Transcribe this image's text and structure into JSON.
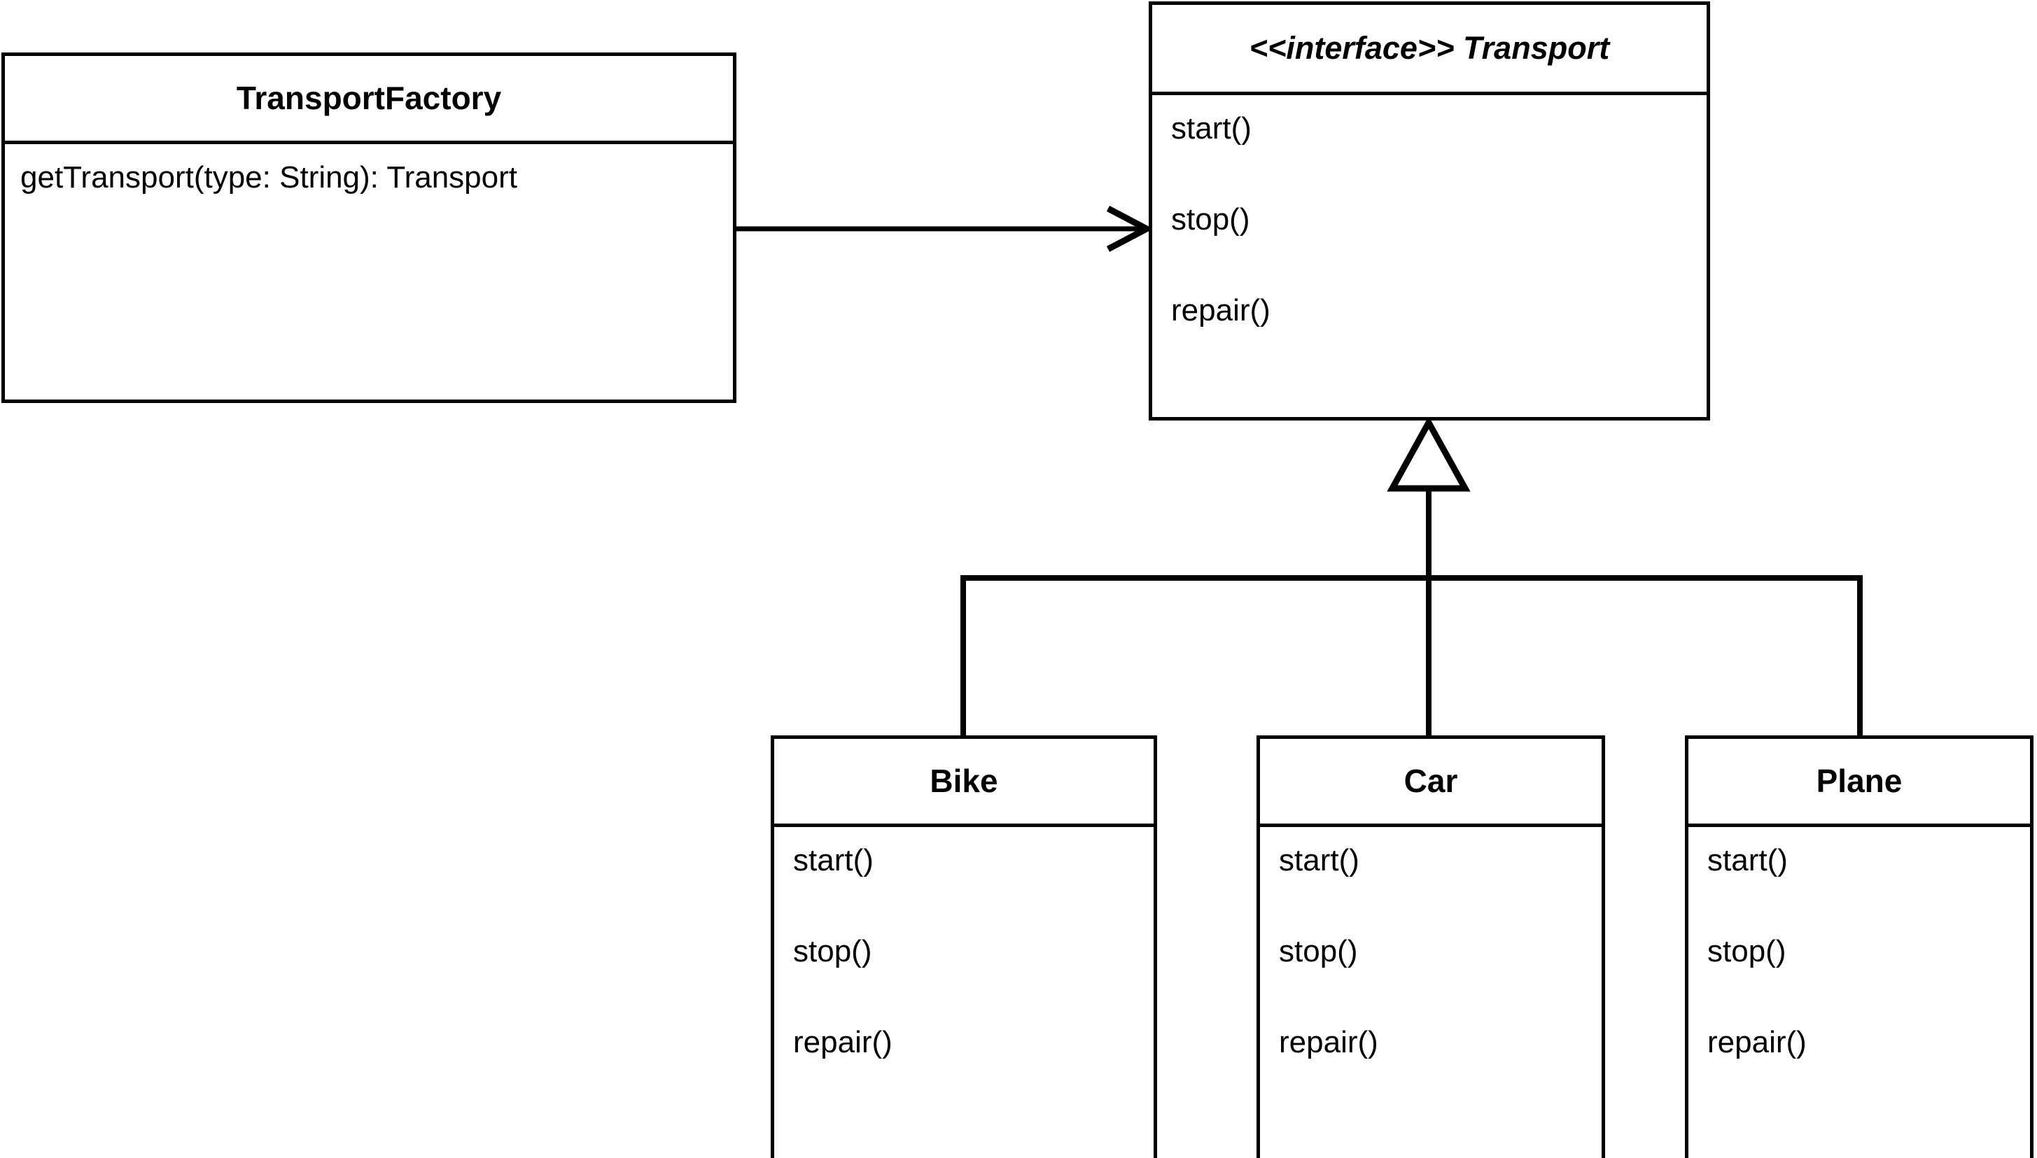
{
  "diagram": {
    "kind": "uml-class-diagram",
    "background": "#ffffff",
    "line_color": "#000000",
    "text_color": "#000000"
  },
  "classes": {
    "factory": {
      "name": "TransportFactory",
      "methods": [
        "getTransport(type: String): Transport"
      ]
    },
    "transport": {
      "name": "<<interface>> Transport",
      "stereotype": "<<interface>>",
      "simple_name": "Transport",
      "methods": [
        "start()",
        "stop()",
        "repair()"
      ]
    },
    "bike": {
      "name": "Bike",
      "methods": [
        "start()",
        "stop()",
        "repair()"
      ]
    },
    "car": {
      "name": "Car",
      "methods": [
        "start()",
        "stop()",
        "repair()"
      ]
    },
    "plane": {
      "name": "Plane",
      "methods": [
        "start()",
        "stop()",
        "repair()"
      ]
    }
  },
  "relations": [
    {
      "id": "factory-uses-transport",
      "from": "TransportFactory",
      "to": "Transport",
      "type": "association",
      "arrowhead": "open-arrow"
    },
    {
      "id": "bike-implements-transport",
      "from": "Bike",
      "to": "Transport",
      "type": "generalization",
      "arrowhead": "hollow-triangle"
    },
    {
      "id": "car-implements-transport",
      "from": "Car",
      "to": "Transport",
      "type": "generalization",
      "arrowhead": "hollow-triangle"
    },
    {
      "id": "plane-implements-transport",
      "from": "Plane",
      "to": "Transport",
      "type": "generalization",
      "arrowhead": "hollow-triangle"
    }
  ]
}
